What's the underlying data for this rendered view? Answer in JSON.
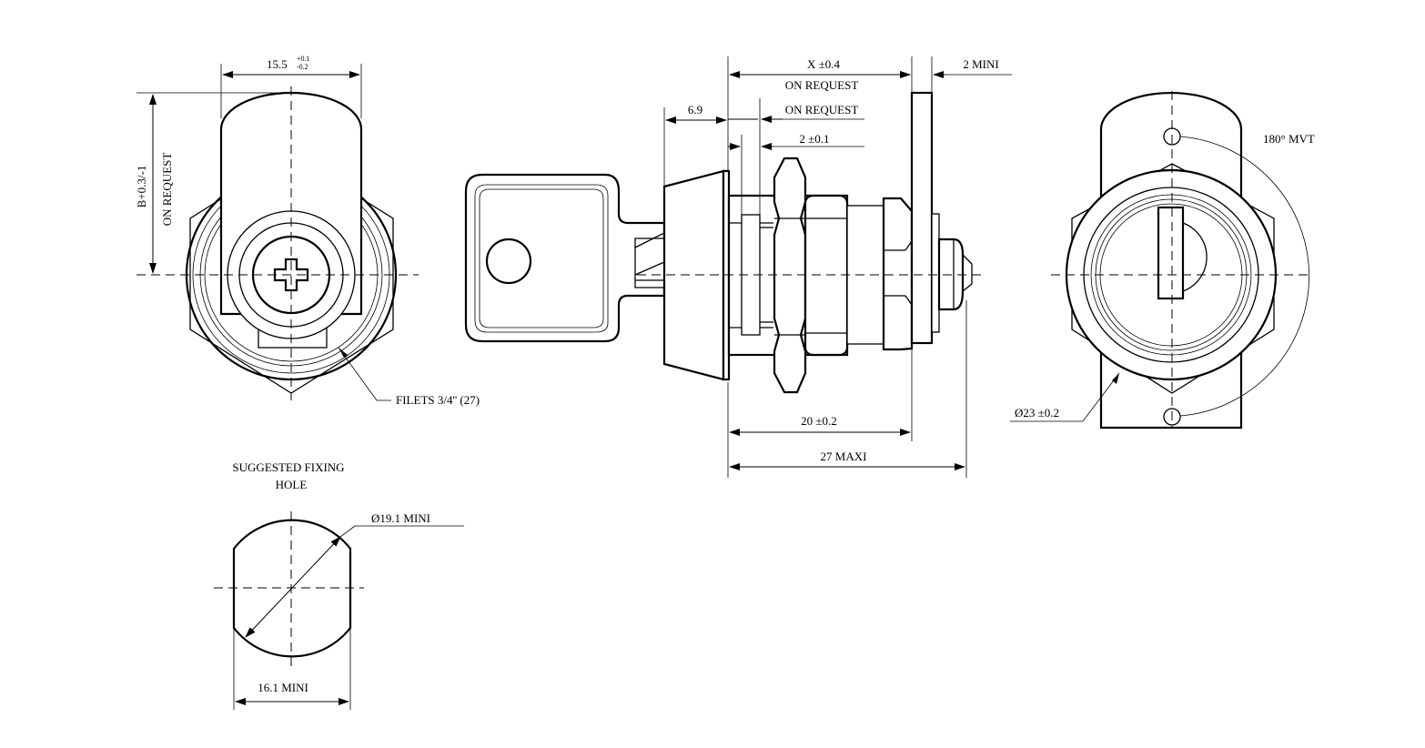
{
  "labels": {
    "width_main": "15.5",
    "width_tol_plus": "+0.1",
    "width_tol_minus": "-0.2",
    "height_b": "B+0.3/-1",
    "height_on_request": "ON REQUEST",
    "threads": "FILETS 3/4'' (27)",
    "x_dim": "X ±0.4",
    "x_on_request": "ON REQUEST",
    "two_mini": "2 MINI",
    "six_nine": "6.9",
    "on_request_2": "ON REQUEST",
    "two_pm": "2 ±0.1",
    "twenty": "20 ±0.2",
    "twentyseven": "27 MAXI",
    "mvt": "180° MVT",
    "dia23": "Ø23 ±0.2",
    "hole_title_1": "SUGGESTED FIXING",
    "hole_title_2": "HOLE",
    "dia19": "Ø19.1 MINI",
    "width16": "16.1 MINI"
  }
}
